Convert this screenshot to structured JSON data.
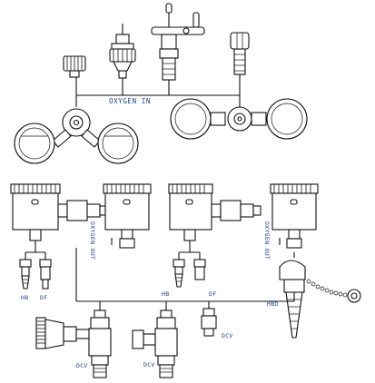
{
  "labels": {
    "oxygen_in": "OXYGEN IN",
    "oxygen_out_left": "OXYGEN OUT",
    "oxygen_out_right": "OXYGEN OUT",
    "hb_left": "HB",
    "df_left": "DF",
    "hb_center": "HB",
    "df_center": "DF",
    "hbd": "HBD",
    "dcv_center": "DCV",
    "dcv_bottom_left": "DCV",
    "dcv_bottom_mid": "DCV"
  },
  "colors": {
    "line": "#111111",
    "label": "#1a3f8f",
    "background": "#ffffff"
  }
}
